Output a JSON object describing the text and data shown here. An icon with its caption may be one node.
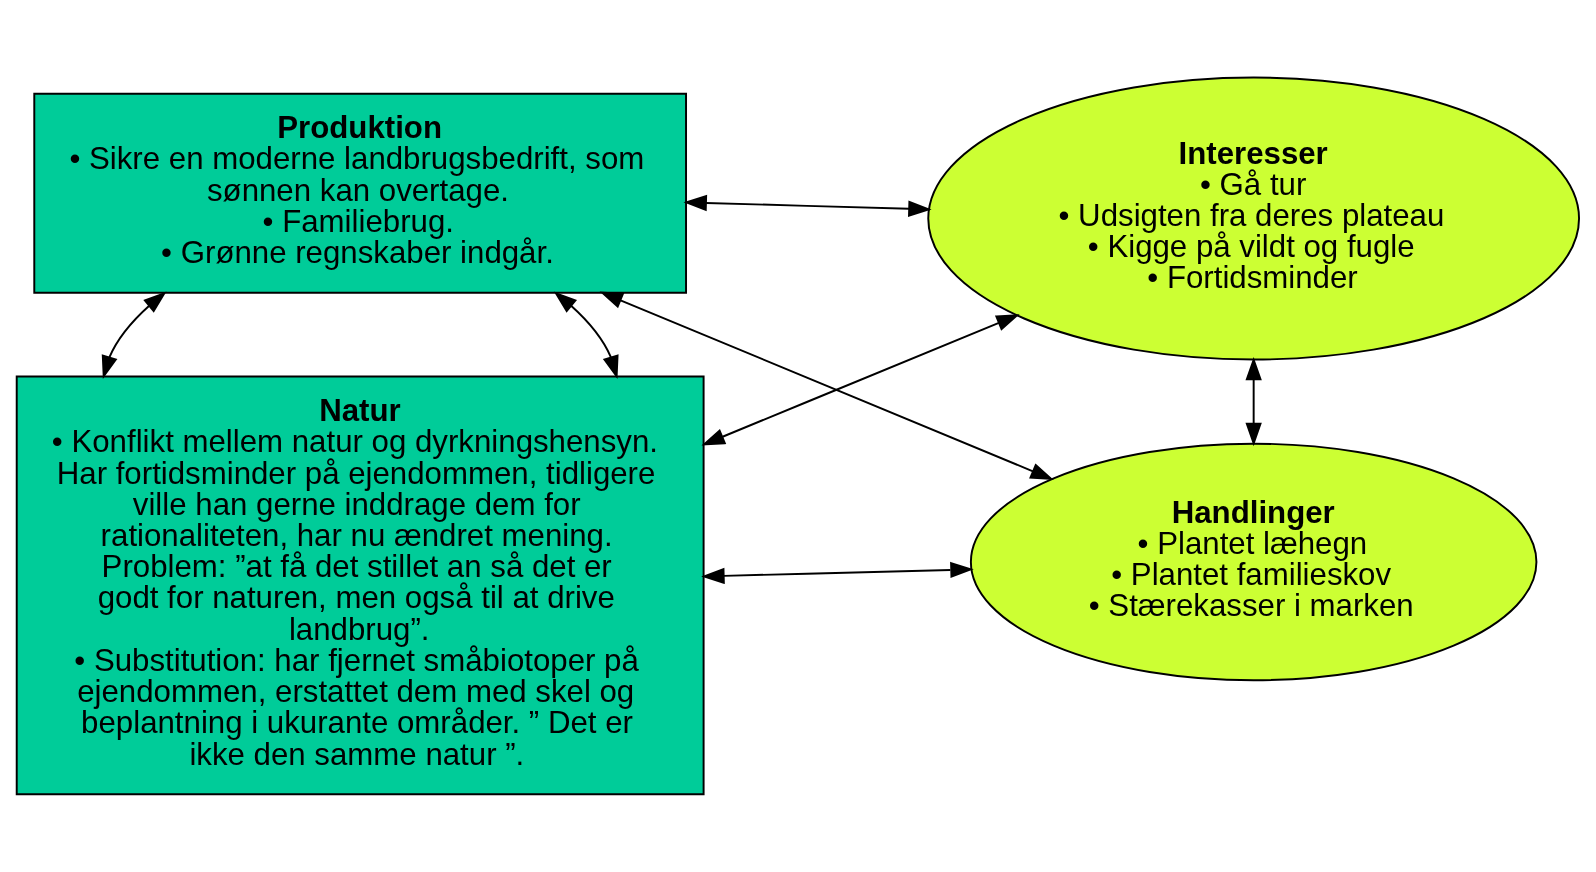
{
  "diagram": {
    "nodes": [
      {
        "text": [
          "Produktion",
          "• Sikre en moderne landbrugsbedrift, som sønnen kan overtage.",
          "• Familiebrug.",
          "• Grønne regnskaber indgår."
        ]
      },
      {
        "text": [
          "Natur",
          "• Konflikt mellem natur og dyrkningshensyn. Har fortidsminder på ejendommen, tidligere ville han gerne inddrage dem for rationaliteten, har nu ændret mening. Problem: ”at få det stillet an så det er godt for naturen, men også til at drive landbrug”.",
          "• Substitution: har fjernet småbiotoper på ejendommen, erstattet dem med skel og beplantning i ukurante områder. ” Det er ikke den samme natur ”."
        ]
      },
      {
        "text": [
          "Interesser",
          "• Gå tur",
          "• Udsigten fra deres plateau",
          "• Kigge på vildt og fugle",
          "• Fortidsminder"
        ]
      },
      {
        "text": [
          "Handlinger",
          "• Plantet læhegn",
          "• Plantet familieskov",
          "• Stærekasser i marken"
        ]
      }
    ],
    "edges": [
      {
        "from": 0,
        "to": 1,
        "arrow": "both"
      },
      {
        "from": 0,
        "to": 1,
        "arrow": "both"
      },
      {
        "from": 0,
        "to": 2,
        "arrow": "both"
      },
      {
        "from": 0,
        "to": 3,
        "arrow": "both"
      },
      {
        "from": 1,
        "to": 2,
        "arrow": "both"
      },
      {
        "from": 1,
        "to": 3,
        "arrow": "both"
      },
      {
        "from": 2,
        "to": 3,
        "arrow": "both"
      }
    ]
  }
}
